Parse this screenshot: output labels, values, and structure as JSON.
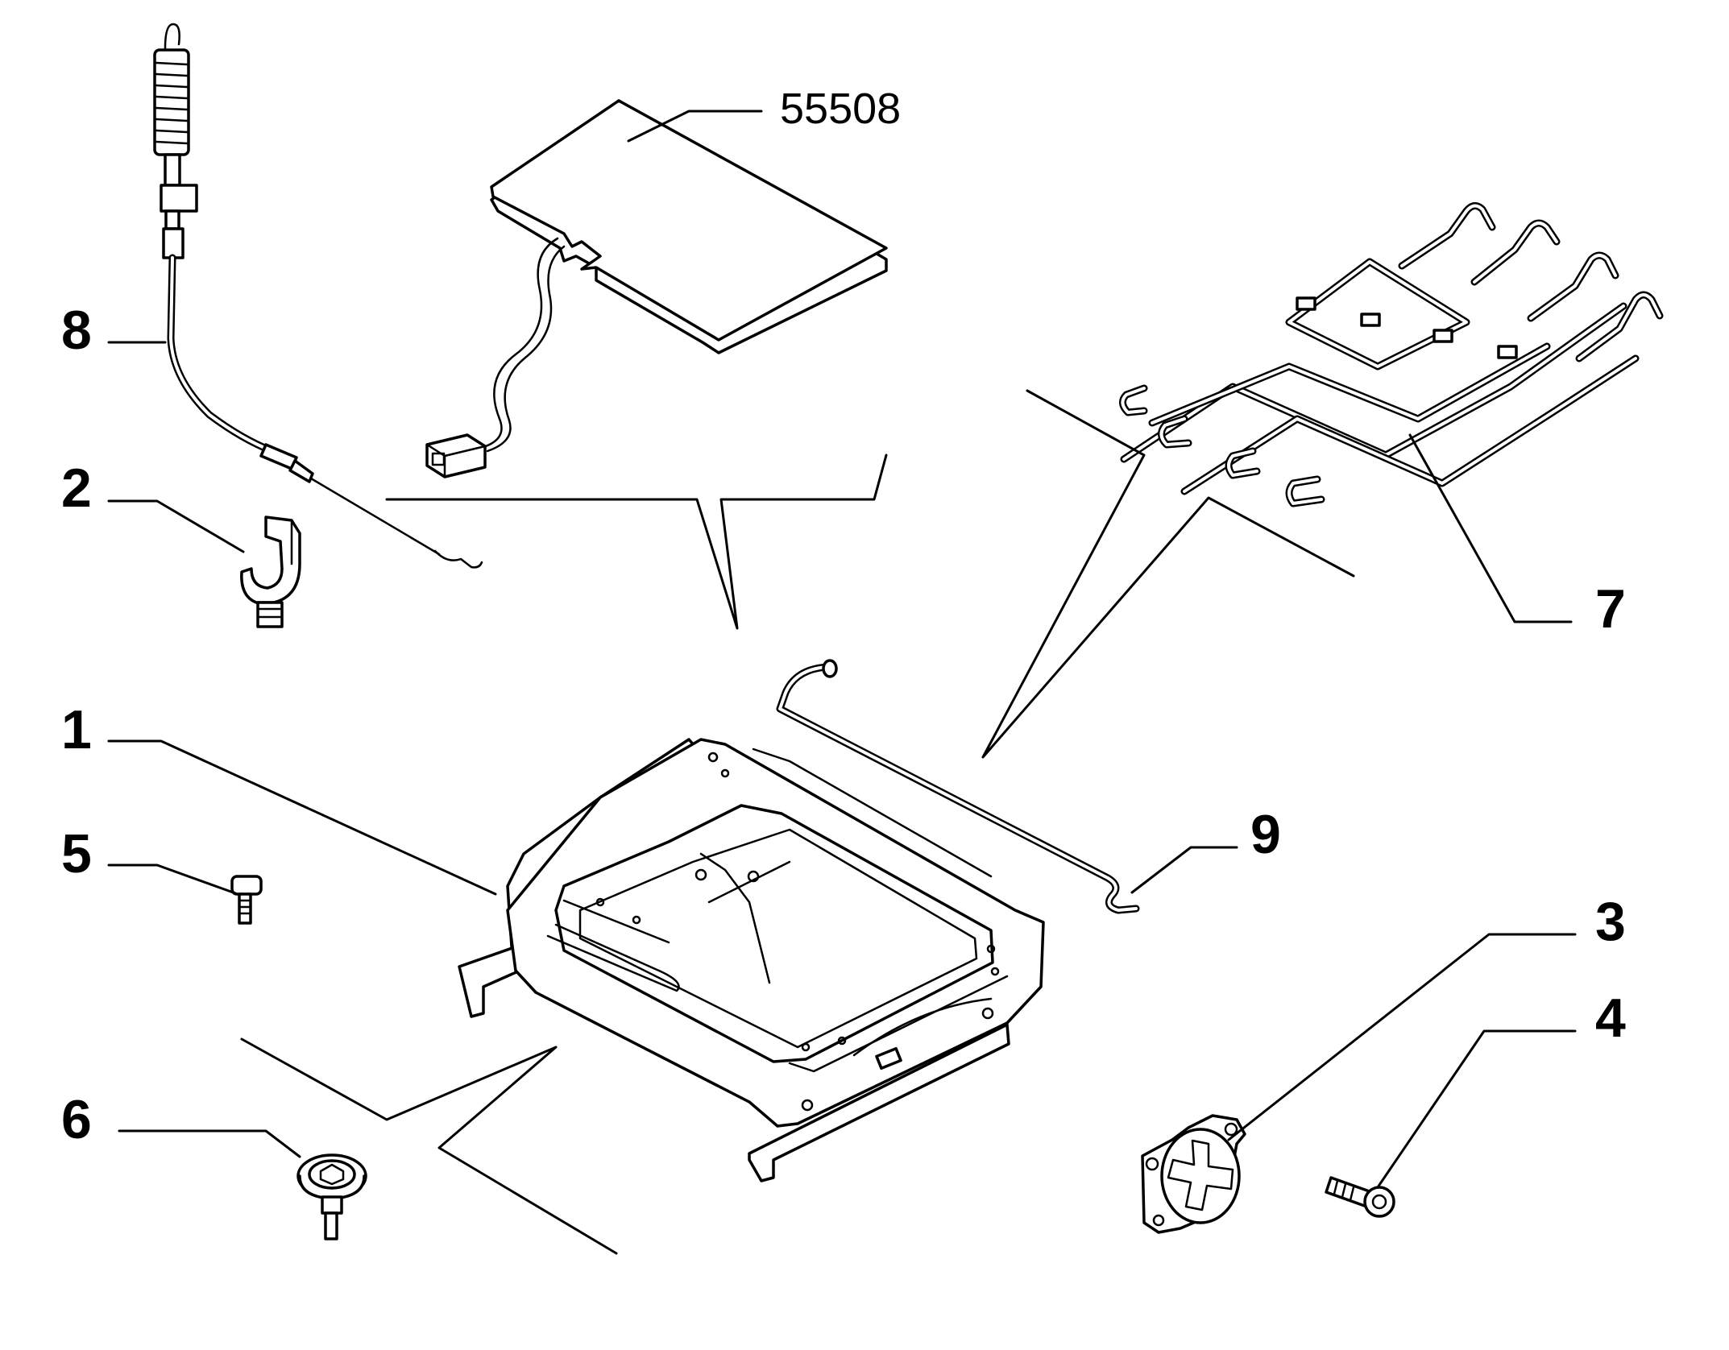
{
  "diagram": {
    "callouts": [
      {
        "id": "1",
        "label": "1"
      },
      {
        "id": "2",
        "label": "2"
      },
      {
        "id": "3",
        "label": "3"
      },
      {
        "id": "4",
        "label": "4"
      },
      {
        "id": "5",
        "label": "5"
      },
      {
        "id": "6",
        "label": "6"
      },
      {
        "id": "7",
        "label": "7"
      },
      {
        "id": "8",
        "label": "8"
      },
      {
        "id": "9",
        "label": "9"
      },
      {
        "id": "code",
        "label": "55508"
      }
    ]
  }
}
